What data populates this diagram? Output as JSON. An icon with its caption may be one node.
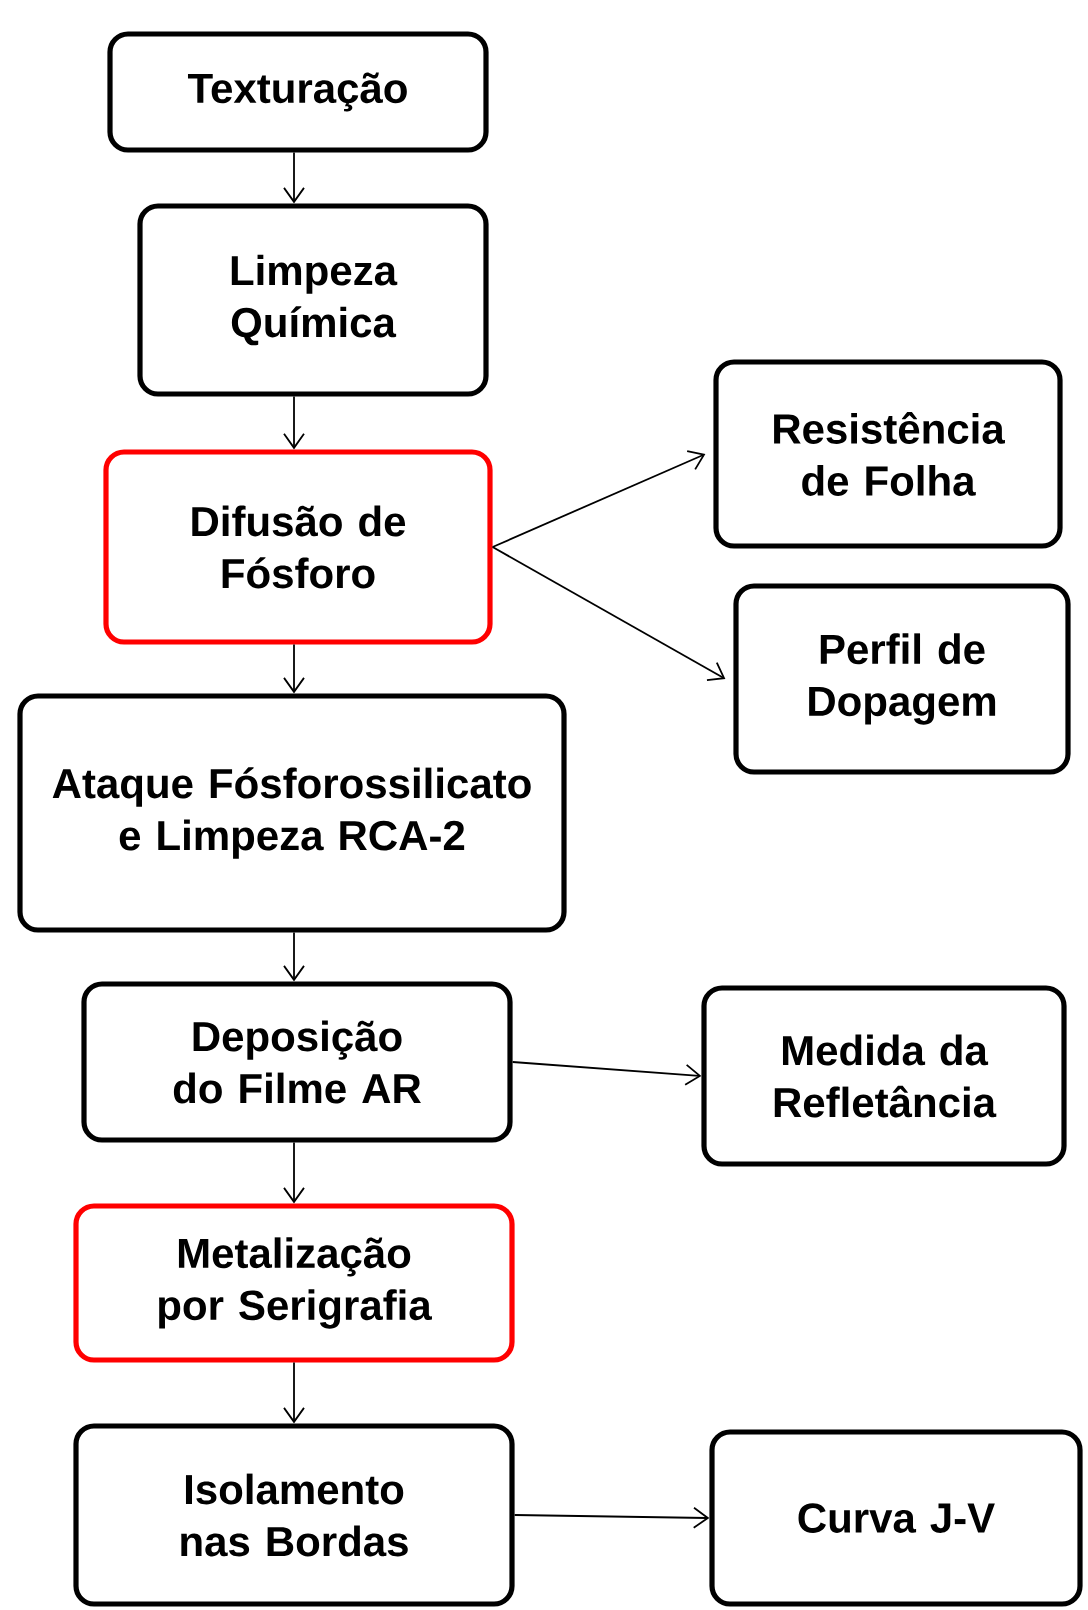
{
  "diagram": {
    "nodes": [
      {
        "text": [
          "Texturação"
        ]
      },
      {
        "text": [
          "Limpeza Química"
        ]
      },
      {
        "text": [
          "Difusão de Fósforo"
        ]
      },
      {
        "text": [
          "Resistência de Folha"
        ]
      },
      {
        "text": [
          "Perfil de Dopagem"
        ]
      },
      {
        "text": [
          "Ataque Fósforossilicato e Limpeza RCA-2"
        ]
      },
      {
        "text": [
          "Deposição do Filme AR"
        ]
      },
      {
        "text": [
          "Medida da Refletância"
        ]
      },
      {
        "text": [
          "Metalização por Serigrafia"
        ]
      },
      {
        "text": [
          "Isolamento nas Bordas"
        ]
      },
      {
        "text": [
          "Curva J-V"
        ]
      }
    ],
    "edges": [
      {
        "from": 0,
        "to": 1,
        "arrow": "to"
      },
      {
        "from": 1,
        "to": 2,
        "arrow": "to"
      },
      {
        "from": 2,
        "to": 3,
        "arrow": "to"
      },
      {
        "from": 2,
        "to": 4,
        "arrow": "to"
      },
      {
        "from": 2,
        "to": 5,
        "arrow": "to"
      },
      {
        "from": 5,
        "to": 6,
        "arrow": "to"
      },
      {
        "from": 6,
        "to": 7,
        "arrow": "to"
      },
      {
        "from": 6,
        "to": 8,
        "arrow": "to"
      },
      {
        "from": 8,
        "to": 9,
        "arrow": "to"
      },
      {
        "from": 9,
        "to": 10,
        "arrow": "to"
      }
    ]
  }
}
